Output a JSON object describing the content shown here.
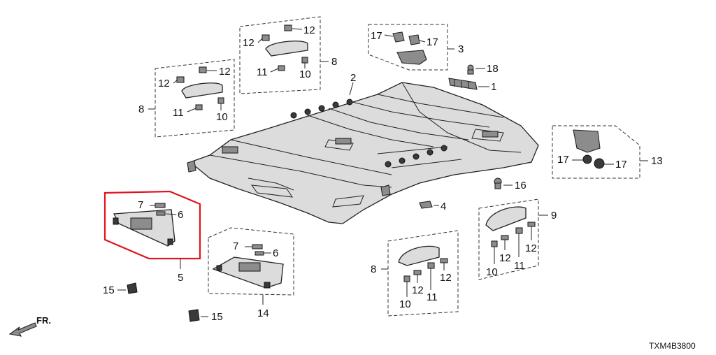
{
  "labels": {
    "l1": "1",
    "l2": "2",
    "l3": "3",
    "l4": "4",
    "l5": "5",
    "l6a": "6",
    "l6b": "6",
    "l7a": "7",
    "l7b": "7",
    "l8a": "8",
    "l8b": "8",
    "l8c": "8",
    "l9": "9",
    "l10a": "10",
    "l10b": "10",
    "l10c": "10",
    "l10d": "10",
    "l11a": "11",
    "l11b": "11",
    "l11c": "11",
    "l11d": "11",
    "l12a": "12",
    "l12b": "12",
    "l12c": "12",
    "l12d": "12",
    "l12e": "12",
    "l12f": "12",
    "l12g": "12",
    "l12h": "12",
    "l12i": "12",
    "l13": "13",
    "l14": "14",
    "l15a": "15",
    "l15b": "15",
    "l16": "16",
    "l17a": "17",
    "l17b": "17",
    "l17c": "17",
    "l17d": "17",
    "l18": "18"
  },
  "front_indicator": "FR.",
  "diagram_code": "TXM4B3800",
  "highlight_color": "#e0141e"
}
